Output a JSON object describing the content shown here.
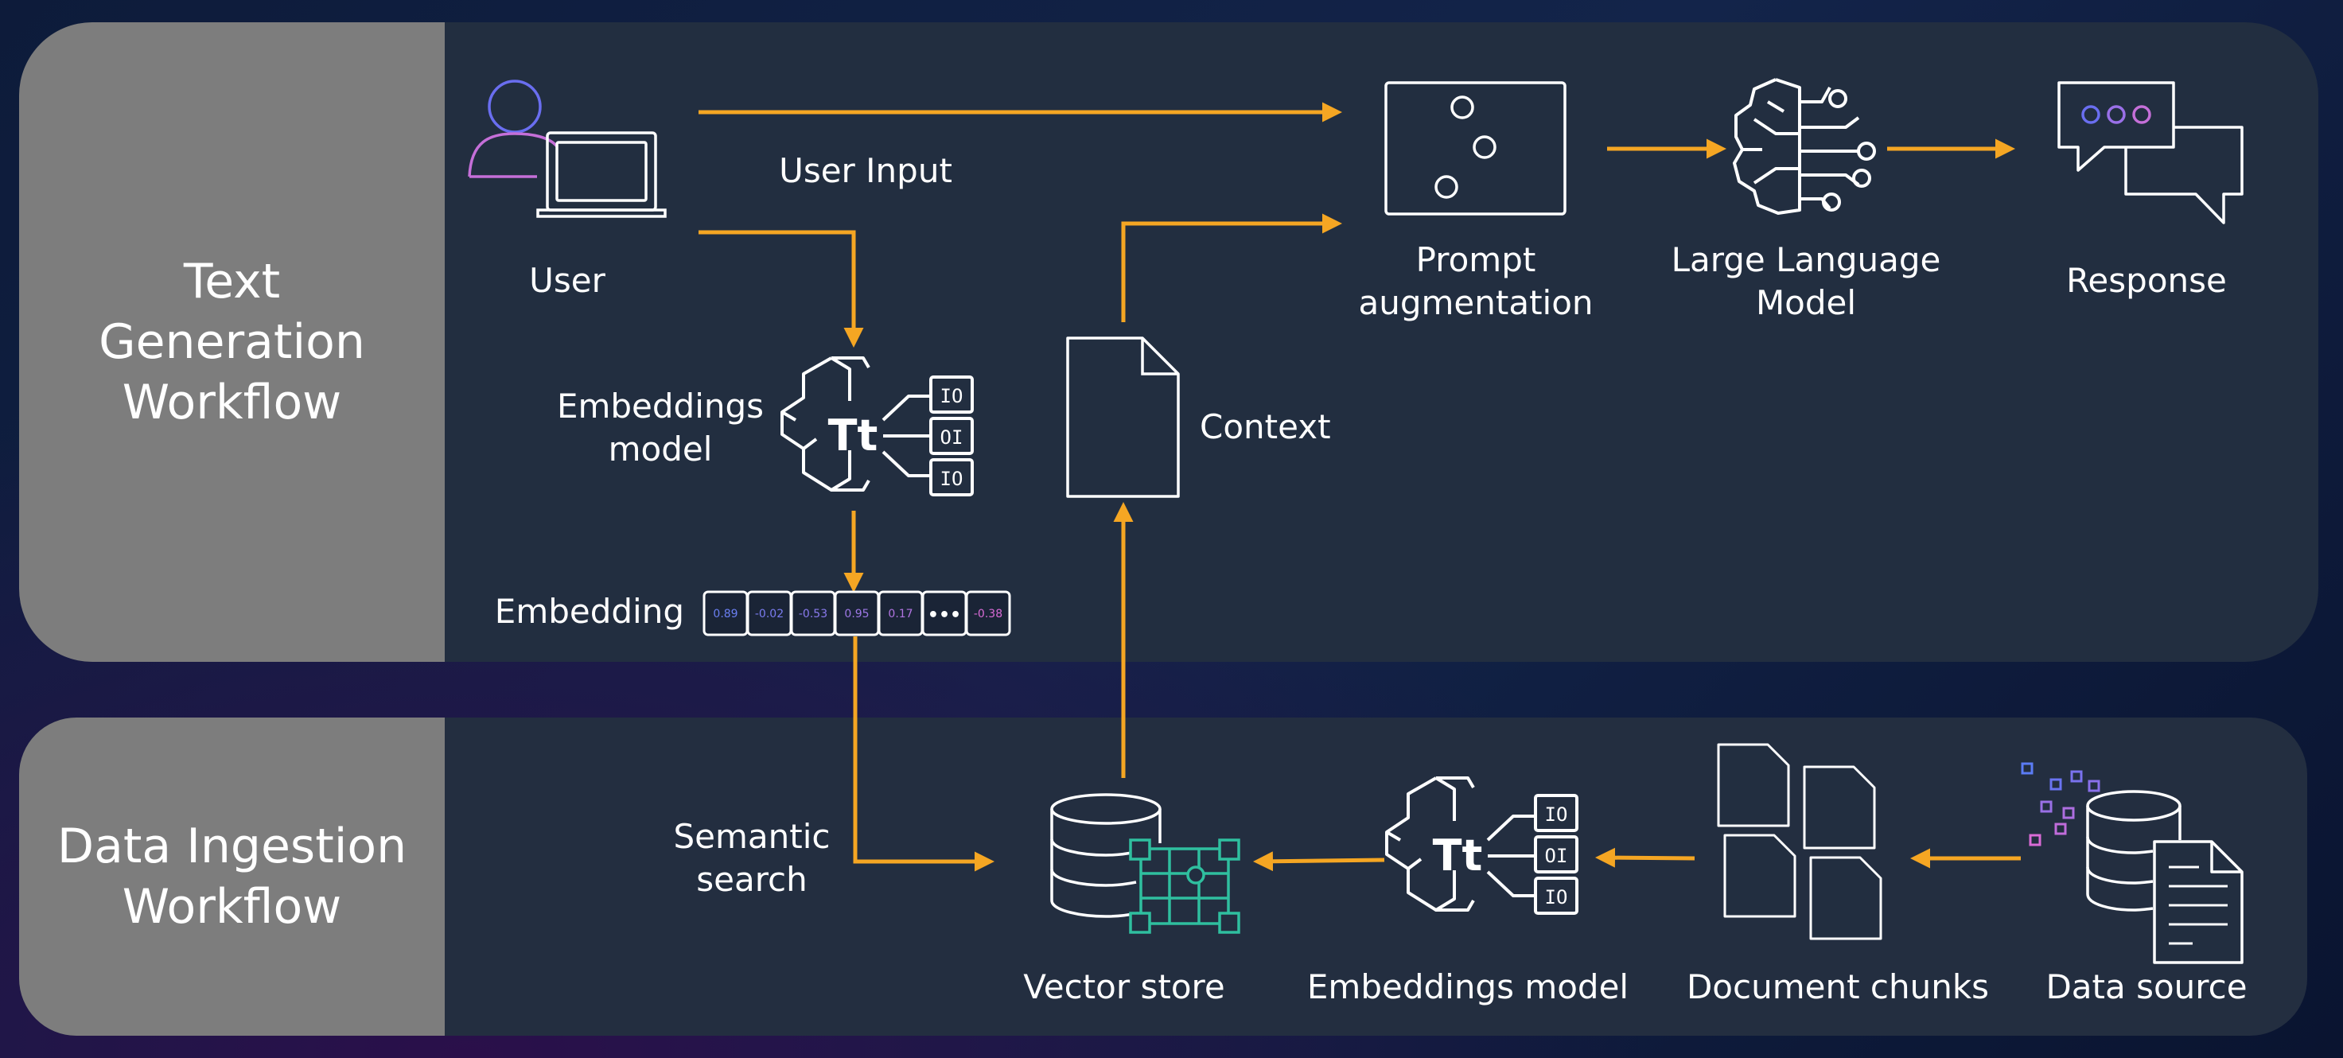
{
  "workflows": {
    "text_generation": "Text\nGeneration\nWorkflow",
    "data_ingestion": "Data Ingestion\nWorkflow"
  },
  "nodes": {
    "user": "User",
    "user_input": "User Input",
    "embeddings_model_top": "Embeddings\nmodel",
    "embedding": "Embedding",
    "context": "Context",
    "prompt_augmentation": "Prompt\naugmentation",
    "llm": "Large Language\nModel",
    "response": "Response",
    "semantic_search": "Semantic\nsearch",
    "vector_store": "Vector store",
    "embeddings_model_bottom": "Embeddings model",
    "document_chunks": "Document chunks",
    "data_source": "Data source"
  },
  "embedding_values": [
    "0.89",
    "-0.02",
    "-0.53",
    "0.95",
    "0.17",
    "•••",
    "-0.38"
  ],
  "colors": {
    "arrow": "#f5a623",
    "panel": "#222e40",
    "label_panel": "#7d7d7d",
    "icon": "#ffffff",
    "accent_blue": "#5b7cf5",
    "accent_pink": "#d96bd6",
    "accent_green": "#2fbf9f"
  },
  "icons": [
    "user-icon",
    "laptop-icon",
    "brain-text-icon",
    "document-icon",
    "sliders-icon",
    "brain-circuit-icon",
    "chat-bubbles-icon",
    "database-grid-icon",
    "document-stack-icon",
    "database-document-icon"
  ]
}
